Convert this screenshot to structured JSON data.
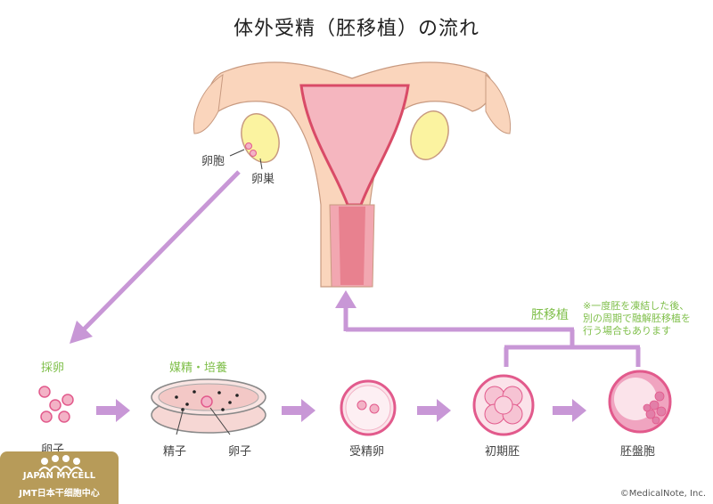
{
  "title": "体外受精（胚移植）の流れ",
  "labels": {
    "follicle": "卵胞",
    "ovary": "卵巣",
    "egg_collection": "採卵",
    "egg": "卵子",
    "insemination_culture": "媒精・培養",
    "sperm": "精子",
    "egg_dish": "卵子",
    "fertilized_egg": "受精卵",
    "early_embryo": "初期胚",
    "blastocyst": "胚盤胞",
    "embryo_transfer": "胚移植",
    "note": [
      "※一度胚を凍結した後、",
      "別の周期で融解胚移植を",
      "行う場合もあります"
    ]
  },
  "copyright": "©MedicalNote, Inc.",
  "logo": {
    "line1": "JAPAN MYCELL",
    "line2": "JMT日本干细胞中心"
  },
  "colors": {
    "arrow": "#c897d6",
    "skin": "#fad5bc",
    "uterus": "#e8818f",
    "ovary": "#fbf3a0",
    "cell": "#f3b2c6",
    "cell_border": "#e25a8c",
    "green": "#7fbf4a",
    "logo_bg": "#b79b59"
  }
}
